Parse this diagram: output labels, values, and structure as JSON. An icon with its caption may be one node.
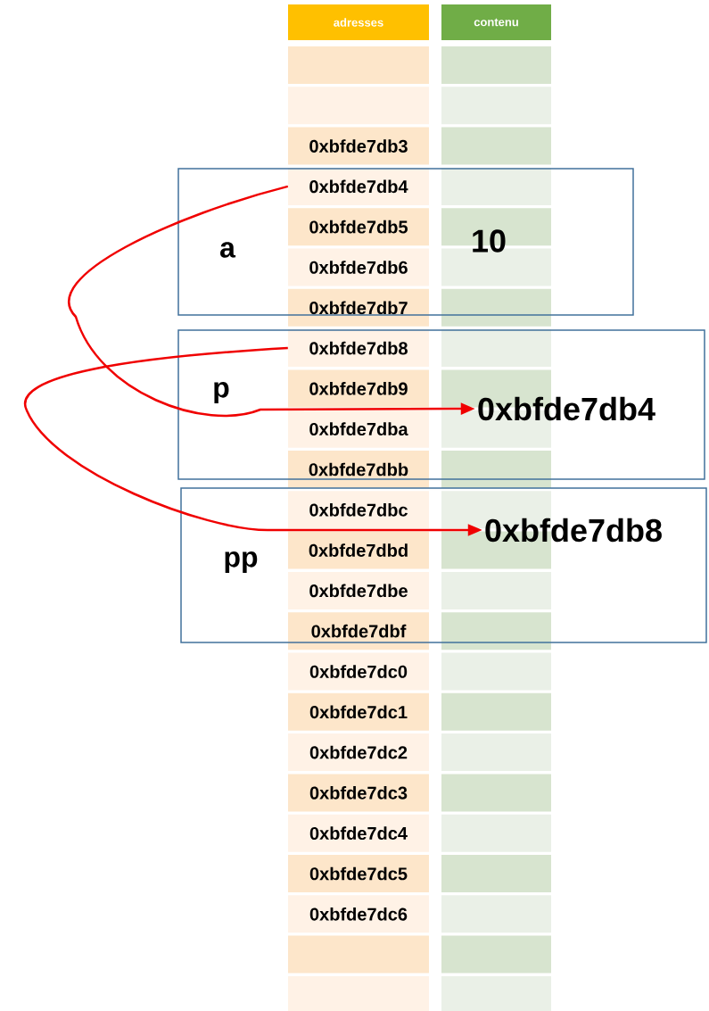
{
  "diagram": {
    "nodes": [
      {
        "text": [
          "adresses"
        ]
      },
      {
        "text": [
          "contenu"
        ]
      },
      {
        "text": [],
        "shape": "box"
      },
      {
        "text": [],
        "shape": "box"
      },
      {
        "text": [],
        "shape": "box"
      },
      {
        "text": [],
        "shape": "box"
      },
      {
        "text": [
          "0xbfde7db3"
        ]
      },
      {
        "text": [],
        "shape": "box"
      },
      {
        "text": [
          "a"
        ]
      },
      {
        "text": [
          "10"
        ],
        "in": 8
      },
      {
        "text": [
          "0xbfde7db4"
        ],
        "in": 8
      },
      {
        "text": [],
        "shape": "box",
        "in": 8
      },
      {
        "text": [
          "0xbfde7db5"
        ],
        "in": 8
      },
      {
        "text": [],
        "shape": "box",
        "in": 8
      },
      {
        "text": [
          "0xbfde7db6"
        ],
        "in": 8
      },
      {
        "text": [],
        "shape": "box",
        "in": 8
      },
      {
        "text": [
          "0xbfde7db7"
        ]
      },
      {
        "text": [],
        "shape": "box"
      },
      {
        "text": [
          "p"
        ]
      },
      {
        "text": [
          "0xbfde7db4"
        ],
        "in": 18
      },
      {
        "text": [
          "0xbfde7db8"
        ],
        "in": 18
      },
      {
        "text": [],
        "shape": "box",
        "in": 18
      },
      {
        "text": [
          "0xbfde7db9"
        ],
        "in": 18
      },
      {
        "text": [],
        "shape": "box",
        "in": 18
      },
      {
        "text": [
          "0xbfde7dba"
        ],
        "in": 18
      },
      {
        "text": [],
        "shape": "box",
        "in": 18
      },
      {
        "text": [
          "0xbfde7dbb"
        ]
      },
      {
        "text": [],
        "shape": "box"
      },
      {
        "text": [
          "pp"
        ]
      },
      {
        "text": [
          "0xbfde7db8"
        ],
        "in": 28
      },
      {
        "text": [
          "0xbfde7dbc"
        ],
        "in": 28
      },
      {
        "text": [],
        "shape": "box",
        "in": 28
      },
      {
        "text": [
          "0xbfde7dbd"
        ],
        "in": 28
      },
      {
        "text": [],
        "shape": "box",
        "in": 28
      },
      {
        "text": [
          "0xbfde7dbe"
        ],
        "in": 28
      },
      {
        "text": [],
        "shape": "box",
        "in": 28
      },
      {
        "text": [
          "0xbfde7dbf"
        ]
      },
      {
        "text": [],
        "shape": "box"
      },
      {
        "text": [
          "0xbfde7dc0"
        ]
      },
      {
        "text": [],
        "shape": "box"
      },
      {
        "text": [
          "0xbfde7dc1"
        ]
      },
      {
        "text": [],
        "shape": "box"
      },
      {
        "text": [
          "0xbfde7dc2"
        ]
      },
      {
        "text": [],
        "shape": "box"
      },
      {
        "text": [
          "0xbfde7dc3"
        ]
      },
      {
        "text": [],
        "shape": "box"
      },
      {
        "text": [
          "0xbfde7dc4"
        ]
      },
      {
        "text": [],
        "shape": "box"
      },
      {
        "text": [
          "0xbfde7dc5"
        ]
      },
      {
        "text": [],
        "shape": "box"
      },
      {
        "text": [
          "0xbfde7dc6"
        ]
      },
      {
        "text": [],
        "shape": "box"
      },
      {
        "text": [],
        "shape": "box"
      },
      {
        "text": [],
        "shape": "box"
      },
      {
        "text": [],
        "shape": "box"
      },
      {
        "text": [],
        "shape": "box"
      }
    ],
    "edges": [
      {
        "from": 10,
        "to": 19,
        "arrow": "to"
      },
      {
        "from": 20,
        "to": 29,
        "arrow": "to"
      }
    ]
  }
}
